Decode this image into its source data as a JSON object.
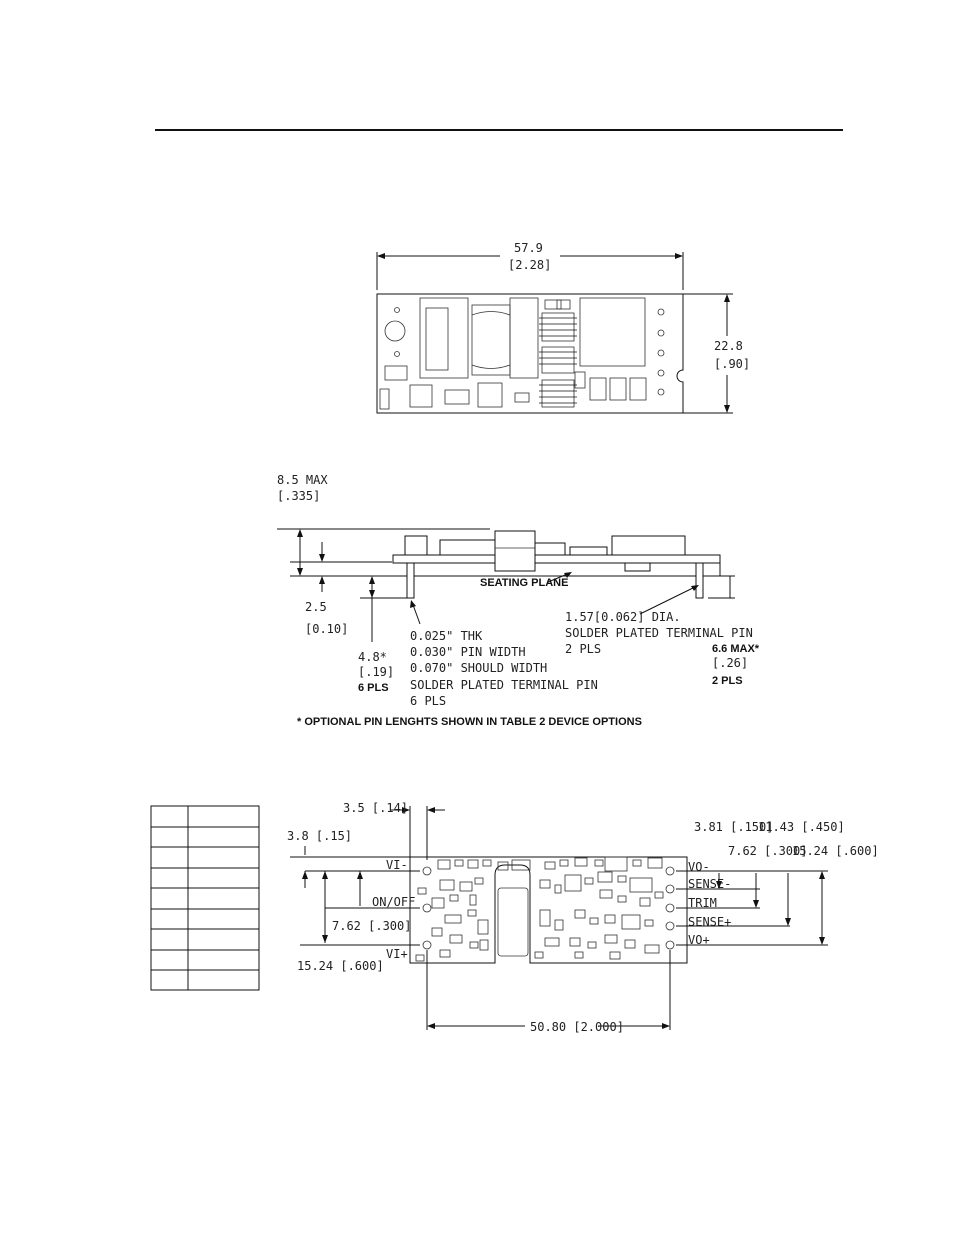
{
  "top_view": {
    "width_mm": "57.9",
    "width_in": "[2.28]",
    "height_mm": "22.8",
    "height_in": "[.90]"
  },
  "side_view": {
    "height_max": "8.5  MAX",
    "height_max_in": "[.335]",
    "seating_plane": "SEATING PLANE",
    "seat_height": "2.5",
    "seat_height_in": "[0.10]",
    "pin_length": "4.8*",
    "pin_length_in": "[.19]",
    "pin_count": "6 PLS",
    "pin_notes": [
      "0.025\" THK",
      "0.030\" PIN WIDTH",
      "0.070\" SHOULD WIDTH",
      "SOLDER PLATED TERMINAL PIN",
      "6 PLS"
    ],
    "term_notes": [
      "1.57[0.062] DIA.",
      "SOLDER PLATED TERMINAL PIN",
      "2 PLS"
    ],
    "term_length": "6.6 MAX*",
    "term_length_in": "[.26]",
    "term_count": "2 PLS",
    "footnote": "* OPTIONAL PIN LENGHTS SHOWN IN TABLE 2 DEVICE OPTIONS"
  },
  "bottom_view": {
    "offset_x": "3.5 [.14]",
    "offset_y": "3.8 [.15]",
    "pins_left": [
      "VI-",
      "ON/OFF",
      "VI+"
    ],
    "pins_right": [
      "VO-",
      "SENSE-",
      "TRIM",
      "SENSE+",
      "VO+"
    ],
    "dim_left_mid": "7.62 [.300]",
    "dim_left_full": "15.24 [.600]",
    "dim_right_1": "3.81 [.150]",
    "dim_right_2": "7.62 [.300]",
    "dim_right_3": "11.43 [.450]",
    "dim_right_4": "15.24 [.600]",
    "pitch": "50.80 [2.000]"
  }
}
